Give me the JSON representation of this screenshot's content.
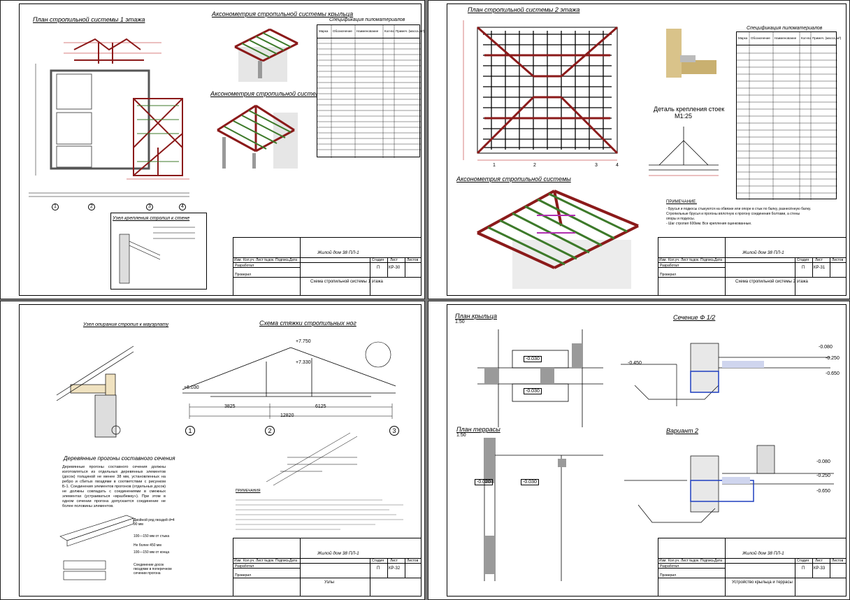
{
  "sheets": [
    {
      "titles": {
        "plan": "План стропильной системы 1 этажа",
        "axo_porch": "Аксонометрия стропильной системы крыльца",
        "axo_terrace": "Аксонометрия стропильной системы террасы",
        "spec": "Спецификация пиломатериалов",
        "node": "Узел крепления стропил к стене"
      },
      "axes": [
        "1",
        "2",
        "3",
        "4"
      ],
      "stamp": {
        "project": "Жилой дом  38 ПЛ-1",
        "sheet_title": "Схема стропильной системы 1 этажа",
        "stage": "П",
        "sheet": "КР-30"
      }
    },
    {
      "titles": {
        "plan": "План стропильной системы 2 этажа",
        "spec": "Спецификация пиломатериалов",
        "detail": "Деталь крепления стоек",
        "scale": "М1:25",
        "axo": "Аксонометрия стропильной системы",
        "notes_head": "ПРИМЕЧАНИЕ."
      },
      "notes": [
        "- Брусья и подкосы стыкуются на обвязке или опоре в стык по балку, разнесённую балку.",
        "Стропильные брусья и прогоны вплотную к прогону соединения болтами, а стены",
        "опоры и подкосы.",
        "- Шаг стропил 600мм. Все крепления оцинкованные."
      ],
      "axes": [
        "1",
        "2",
        "3",
        "4"
      ],
      "stamp": {
        "project": "Жилой дом  38 ПЛ-1",
        "sheet_title": "Схема стропильной системы 2 этажа",
        "stage": "П",
        "sheet": "КР-31"
      }
    },
    {
      "titles": {
        "node": "Узел опирания стропил к мауэрлату",
        "scheme": "Схема стяжки стропильных ног",
        "purlins": "Деревянные прогоны составного сечения",
        "notes_head": "ПРИМЕЧАНИЯ"
      },
      "purlin_text": "Деревянные прогоны составного сечения должны изготовляться из отдельных деревянных элементов (досок) толщиной не менее 38 мм, установленных на ребро и сбитых гвоздями в соответствии с рисунком Б-1. Соединения элементов прогонов (отдельных досок) не должны совпадать с соединениями в смежных элементах (устраиваться «вразбежку»). При этом в одном сечении прогона допускается соединение не более половины элементов.",
      "dims": {
        "left": "3825",
        "right": "6125",
        "total": "12820",
        "ridge": "+7.330",
        "top": "+7.750",
        "eave": "+6.030"
      },
      "labels": {
        "double_row": "Двойной ряд гвоздей d=4 90 мм",
        "step1": "100—150 мм от стыка",
        "step2": "Не более 450 мм",
        "step3": "100—150 мм от конца",
        "joint": "Соединение досок гвоздями в поперечном сечении прогона"
      },
      "axes": [
        "1",
        "2",
        "3"
      ],
      "stamp": {
        "project": "Жилой дом  38 ПЛ-1",
        "sheet_title": "Узлы",
        "stage": "П",
        "sheet": "КР-32"
      }
    },
    {
      "titles": {
        "plan_porch": "План крыльца",
        "scale_porch": "1:50",
        "section": "Сечение  Ф 1/2",
        "plan_terrace": "План террасы",
        "scale_terrace": "1:50",
        "variant": "Вариант 2"
      },
      "levels": {
        "a": "-0.030",
        "b": "-0.030",
        "c": "-0.020",
        "d": "-0.080",
        "e": "-0.250",
        "f": "-0.650",
        "g": "-0.450"
      },
      "stamp": {
        "project": "Жилой дом  38 ПЛ-1",
        "sheet_title": "Устройство крыльца и террасы",
        "stage": "П",
        "sheet": "КР-33"
      }
    }
  ],
  "stamp_labels": {
    "izm": "Изм.",
    "kol": "Кол.уч.",
    "list": "Лист",
    "ndok": "№док.",
    "podp": "Подпись",
    "data": "Дата",
    "razrab": "Разработал",
    "prover": "Проверил",
    "stadia": "Стадия",
    "listh": "Лист",
    "listov": "Листов"
  },
  "spec_headers": [
    "Марка",
    "Обозначение",
    "Наименование",
    "Кол-во",
    "Примеч. (масса, м³)"
  ],
  "colors": {
    "rafter": "#8b1a1a",
    "lath": "#3d7a2a",
    "dim": "#b00000",
    "wall": "#555555",
    "hatch": "#1f3fbf"
  }
}
